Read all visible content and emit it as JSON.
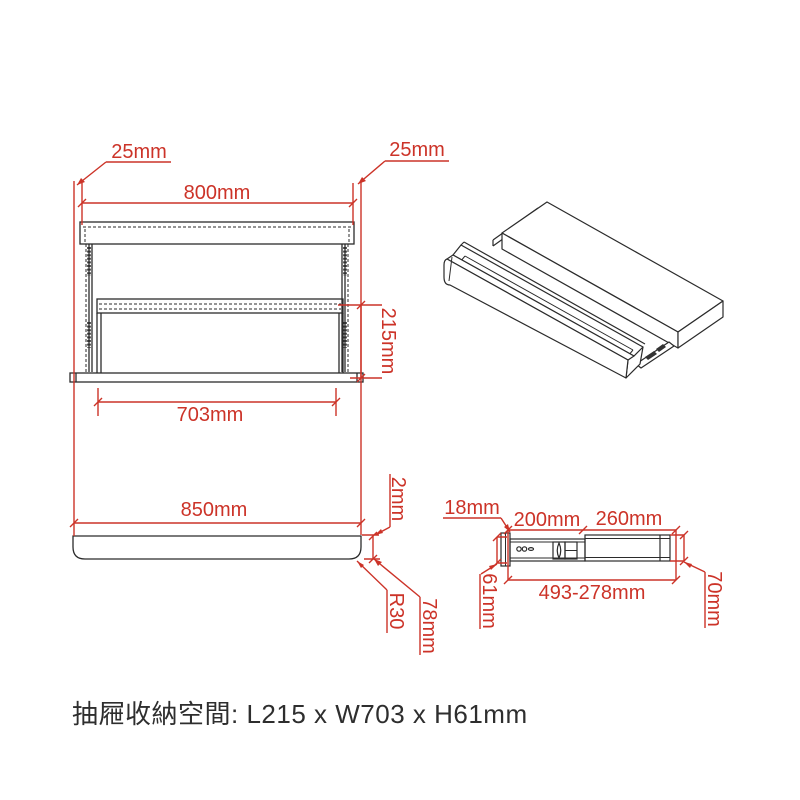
{
  "palette": {
    "dimension_red": "#cc3328",
    "line_black": "#2b2b2b",
    "caption_dark": "#2e2e2e",
    "background": "#ffffff"
  },
  "front_view": {
    "offset_left": "25mm",
    "offset_right": "25mm",
    "width": "800mm",
    "height": "215mm",
    "inner_width": "703mm"
  },
  "profile_view": {
    "width": "850mm",
    "gap": "2mm",
    "corner_radius": "R30",
    "thickness": "78mm"
  },
  "slide_view": {
    "flange_width": "18mm",
    "segment_a": "200mm",
    "segment_b": "260mm",
    "extension_range": "493-278mm",
    "height_left": "61mm",
    "height_right": "70mm"
  },
  "caption": {
    "text": "抽屜收納空間: L215 x W703 x H61mm"
  }
}
